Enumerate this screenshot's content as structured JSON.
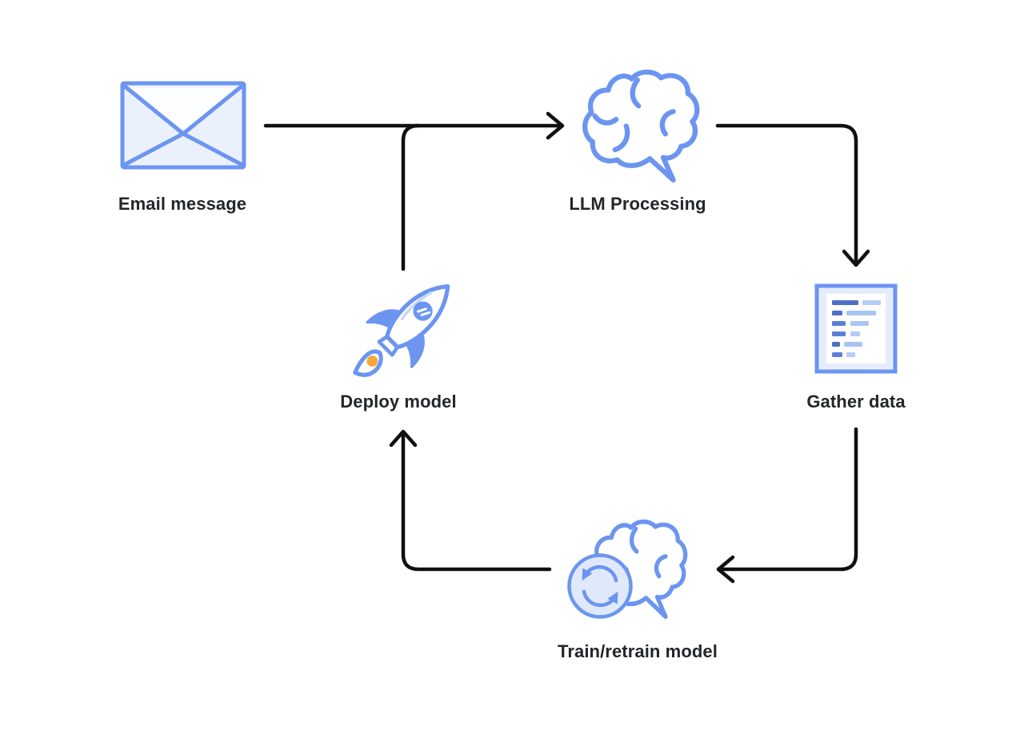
{
  "diagram": {
    "colors": {
      "background": "#FFFFFF",
      "icon_stroke_blue": "#6C95F0",
      "icon_fill_light_blue": "#E7EEFC",
      "doc_bar_dark": "#4E6FC6",
      "doc_bar_light": "#A9C4F4",
      "flame_dot_orange": "#F6A83D",
      "arrow_black": "#0F1011",
      "label_text": "#232629"
    },
    "nodes": [
      {
        "id": "email",
        "label": "Email message",
        "icon": "envelope-icon"
      },
      {
        "id": "llm",
        "label": "LLM Processing",
        "icon": "brain-icon"
      },
      {
        "id": "gather",
        "label": "Gather data",
        "icon": "document-icon"
      },
      {
        "id": "deploy",
        "label": "Deploy model",
        "icon": "rocket-icon"
      },
      {
        "id": "train",
        "label": "Train/retrain model",
        "icon": "brain-refresh-icon"
      }
    ],
    "edges": [
      {
        "from": "email",
        "to": "llm"
      },
      {
        "from": "llm",
        "to": "gather"
      },
      {
        "from": "gather",
        "to": "train"
      },
      {
        "from": "train",
        "to": "deploy"
      },
      {
        "from": "deploy",
        "to": "llm"
      }
    ]
  }
}
